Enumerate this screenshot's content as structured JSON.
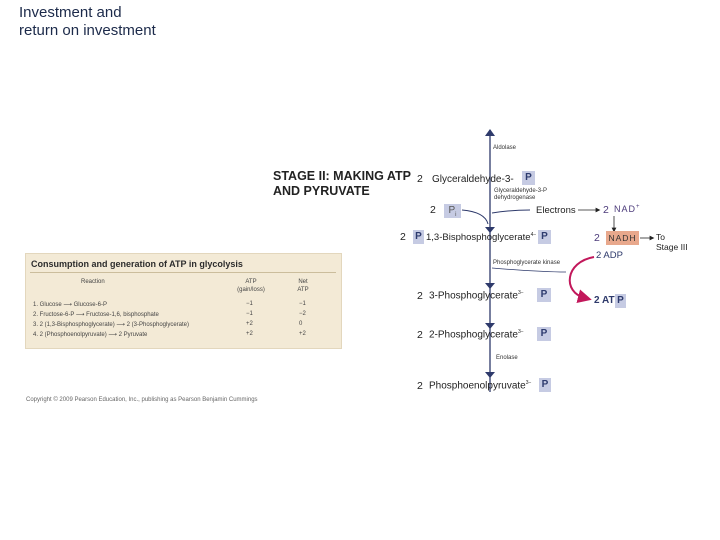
{
  "title": "Investment and\nreturn on investment",
  "stage": "STAGE II: MAKING ATP\nAND PYRUVATE",
  "pathway": {
    "enzyme_aldolase": "Aldolase",
    "step1": {
      "coef": "2",
      "label": "Glyceraldehyde-3-",
      "p": "P"
    },
    "enzyme_g3pdh": "Glyceraldehyde-3-P\ndehydrogenase",
    "pi": {
      "coef": "2",
      "label": "P",
      "sub": "i"
    },
    "electrons": "Electrons",
    "nad": {
      "coef": "2",
      "label": "NAD",
      "sup": "+"
    },
    "nadh": {
      "coef": "2",
      "label": "NADH"
    },
    "to_stage": "To\nStage III",
    "step2": {
      "coef": "2",
      "p1": "P",
      "label": "1,3-Bisphosphoglycerate",
      "charge": "4−",
      "p2": "P"
    },
    "adp1": "2 ADP",
    "enzyme_pgk": "Phosphoglycerate kinase",
    "step3": {
      "coef": "2",
      "label": "3-Phosphoglycerate",
      "charge": "3−",
      "p": "P"
    },
    "atp1": {
      "label": "2 AT",
      "p": "P"
    },
    "step4": {
      "coef": "2",
      "label": "2-Phosphoglycerate",
      "charge": "3−",
      "p": "P"
    },
    "enzyme_enolase": "Enolase",
    "step5": {
      "coef": "2",
      "label": "Phosphoenolpyruvate",
      "charge": "3−",
      "p": "P"
    }
  },
  "table": {
    "title": "Consumption and generation of ATP in glycolysis",
    "headers": {
      "reaction": "Reaction",
      "atp": "ATP\n(gain/loss)",
      "net": "Net\nATP"
    },
    "rows": [
      {
        "reaction": "1. Glucose ⟶ Glucose-6-P",
        "atp": "−1",
        "net": "−1"
      },
      {
        "reaction": "2. Fructose-6-P ⟶ Fructose-1,6, bisphosphate",
        "atp": "−1",
        "net": "−2"
      },
      {
        "reaction": "3. 2 (1,3-Bisphosphoglycerate) ⟶ 2 (3-Phosphoglycerate)",
        "atp": "+2",
        "net": "0"
      },
      {
        "reaction": "4. 2 (Phosphoenolpyruvate) ⟶ 2 Pyruvate",
        "atp": "+2",
        "net": "+2"
      }
    ]
  },
  "copyright": "Copyright © 2009 Pearson Education, Inc., publishing as Pearson Benjamin Cummings",
  "colors": {
    "arrow_blue": "#2e3a6b",
    "p_box": "#c6cbe3",
    "nadh_box": "#e8a88c",
    "atp_arrow": "#c2185b",
    "table_bg": "#f3ead6"
  }
}
